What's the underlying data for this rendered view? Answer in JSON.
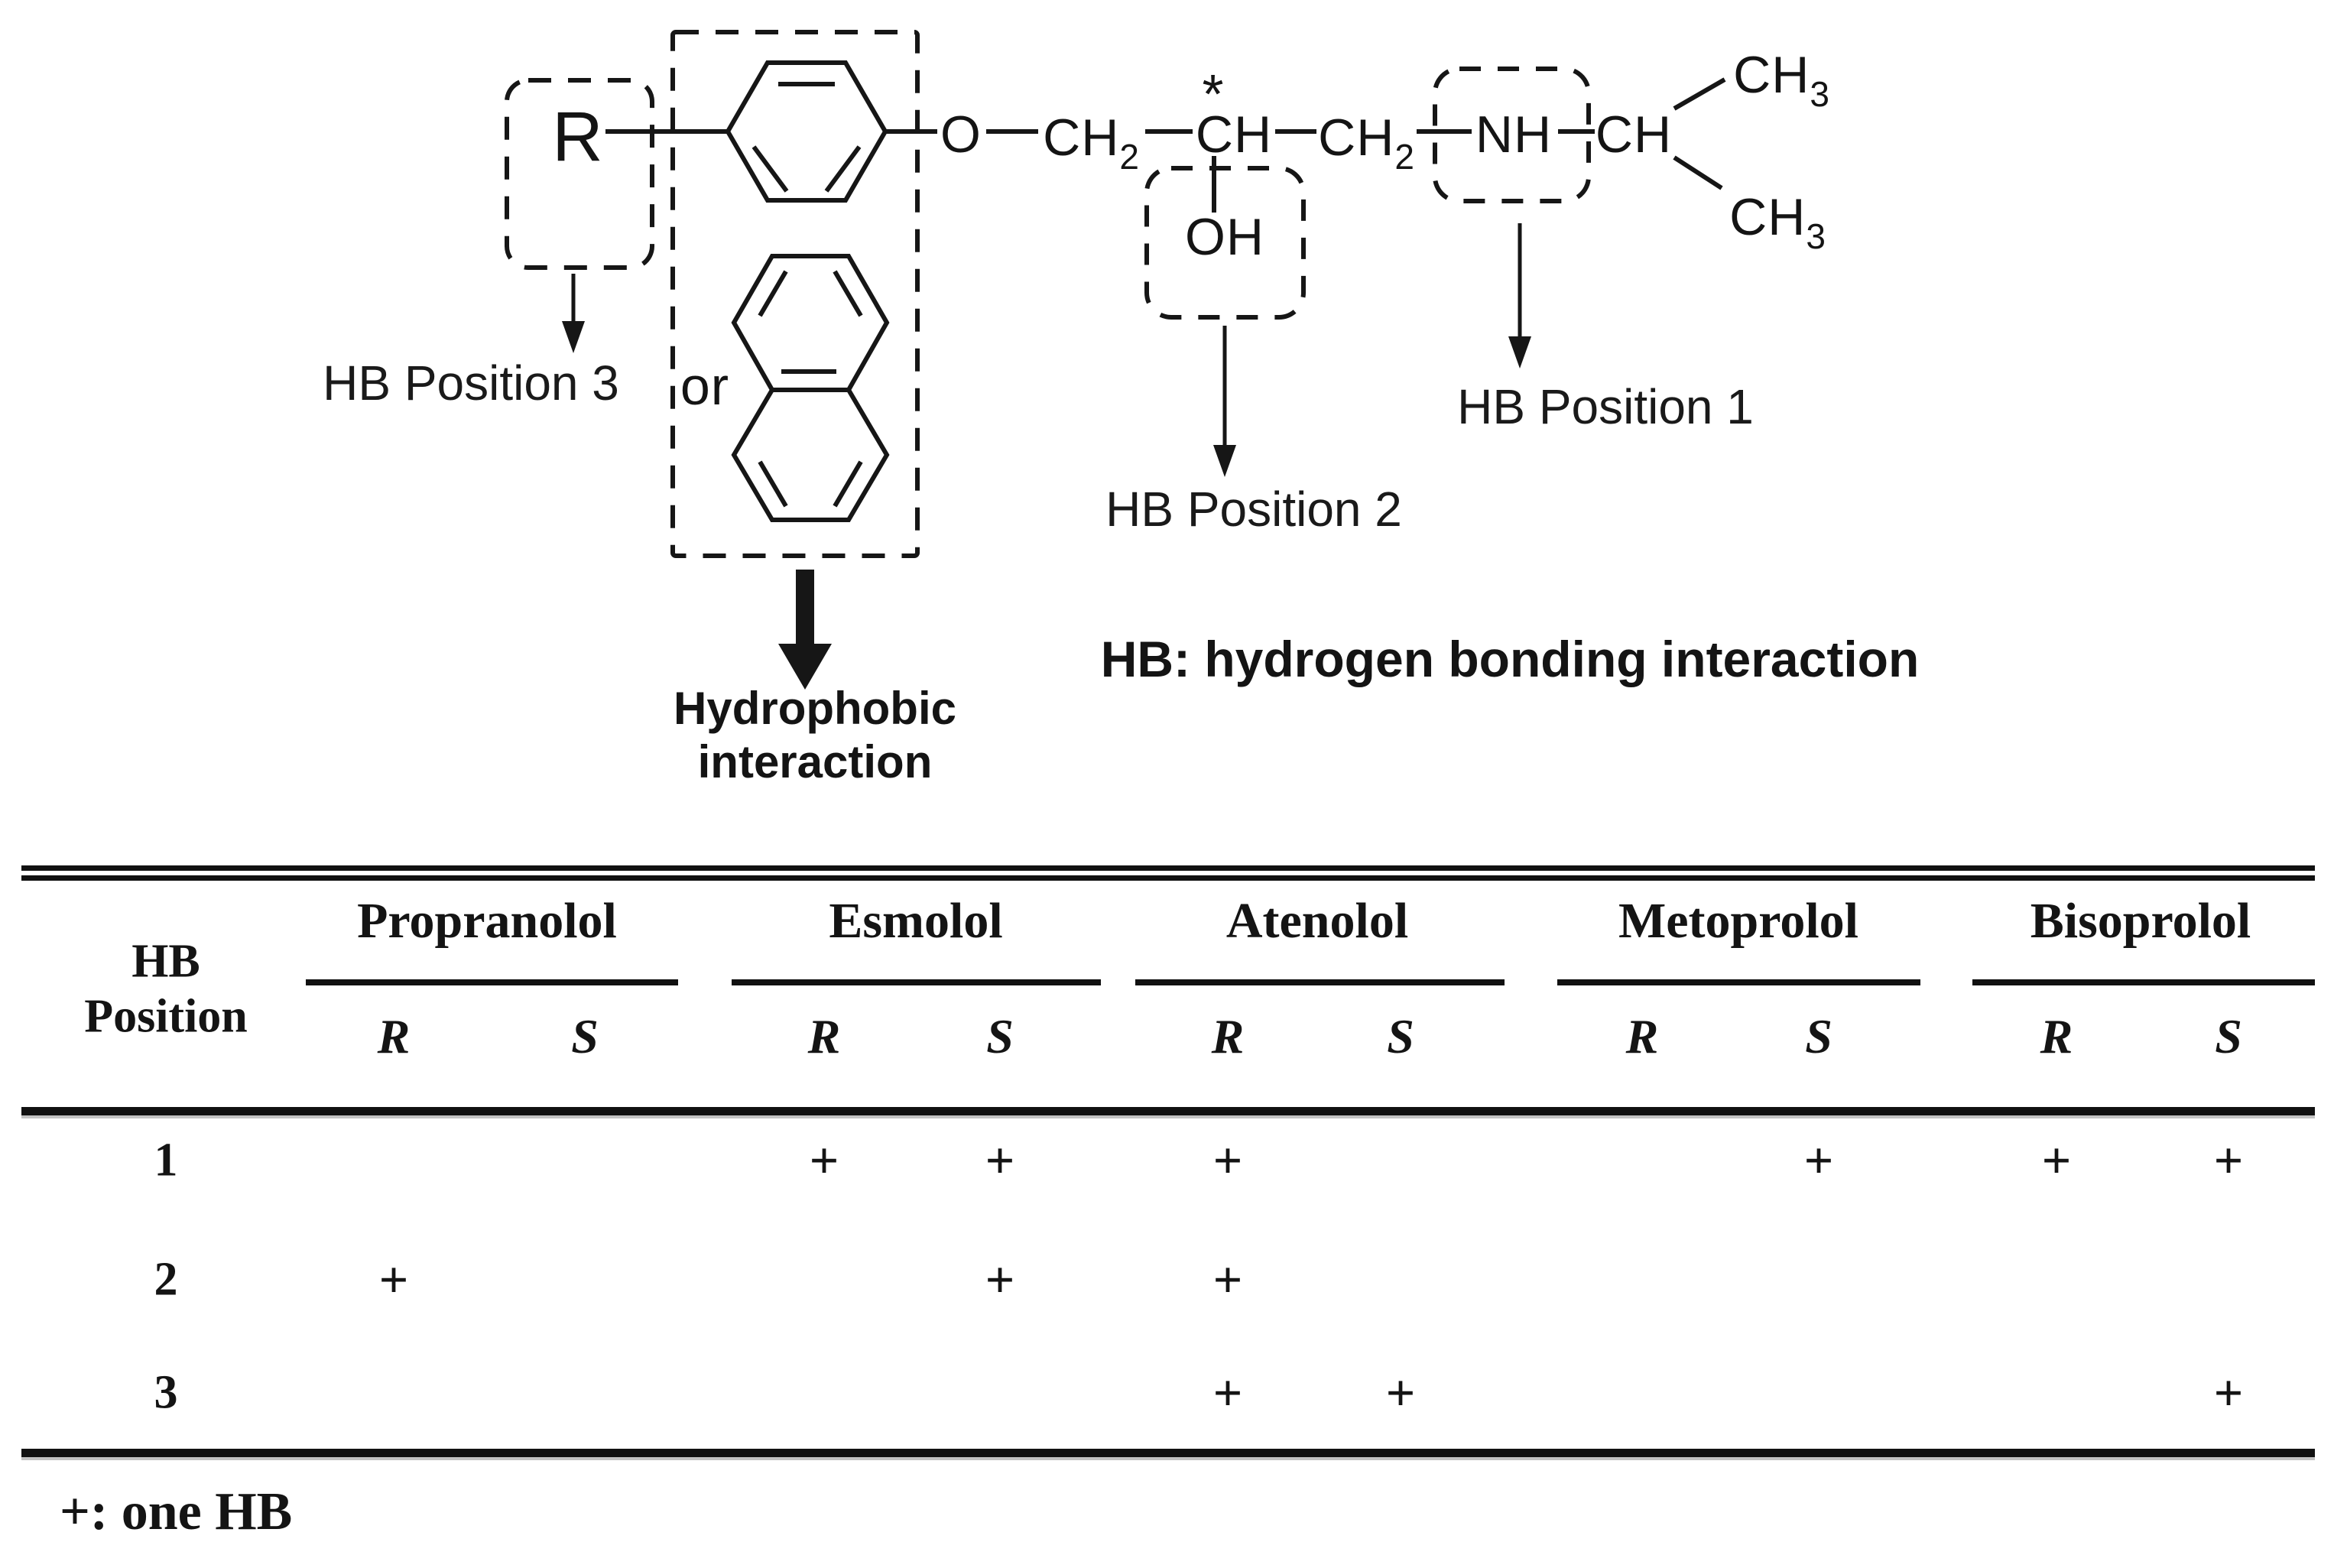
{
  "figure": {
    "structure": {
      "r_label": "R",
      "or_label": "or",
      "o_label": "O",
      "ch_label": "CH",
      "sub2": "2",
      "sub3": "3",
      "nh_label": "NH",
      "oh_label": "OH",
      "asterisk": "*",
      "hb_position_1": "HB Position 1",
      "hb_position_2": "HB Position 2",
      "hb_position_3": "HB Position 3",
      "hydrophobic_line1": "Hydrophobic",
      "hydrophobic_line2": "interaction",
      "hb_definition": "HB: hydrogen bonding interaction"
    },
    "table": {
      "header_line1": "HB",
      "header_line2": "Position",
      "drugs": [
        "Propranolol",
        "Esmolol",
        "Atenolol",
        "Metoprolol",
        "Bisoprolol"
      ],
      "stereo": [
        "R",
        "S",
        "R",
        "S",
        "R",
        "S",
        "R",
        "S",
        "R",
        "S"
      ],
      "rows": [
        {
          "position": "1",
          "cells": [
            "",
            "",
            "+",
            "+",
            "+",
            "",
            "",
            "+",
            "+",
            "+"
          ]
        },
        {
          "position": "2",
          "cells": [
            "+",
            "",
            "",
            "+",
            "+",
            "",
            "",
            "",
            "",
            ""
          ]
        },
        {
          "position": "3",
          "cells": [
            "",
            "",
            "",
            "",
            "+",
            "+",
            "",
            "",
            "",
            "+"
          ]
        }
      ],
      "footnote": "+: one HB"
    }
  },
  "chart_data": {
    "type": "table",
    "title": "Hydrogen bonding (HB) positions of beta-blocker enantiomers",
    "row_header": "HB Position",
    "columns": [
      "Propranolol R",
      "Propranolol S",
      "Esmolol R",
      "Esmolol S",
      "Atenolol R",
      "Atenolol S",
      "Metoprolol R",
      "Metoprolol S",
      "Bisoprolol R",
      "Bisoprolol S"
    ],
    "rows": [
      {
        "hb_position": "1",
        "values": [
          "",
          "",
          "+",
          "+",
          "+",
          "",
          "",
          "+",
          "+",
          "+"
        ]
      },
      {
        "hb_position": "2",
        "values": [
          "+",
          "",
          "",
          "+",
          "+",
          "",
          "",
          "",
          "",
          ""
        ]
      },
      {
        "hb_position": "3",
        "values": [
          "",
          "",
          "",
          "",
          "+",
          "+",
          "",
          "",
          "",
          "+"
        ]
      }
    ],
    "legend": "+: one HB"
  }
}
